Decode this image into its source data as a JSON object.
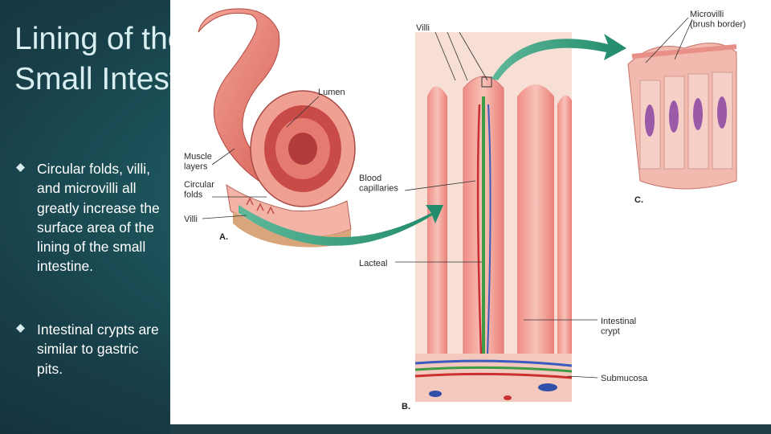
{
  "slide": {
    "title": "Lining of the Small Intestine",
    "bullets": [
      "Circular folds, villi, and microvilli all greatly increase the surface area of the lining of the small intestine.",
      "Intestinal  crypts are similar to gastric pits."
    ],
    "colors": {
      "bullet_marker": "#d6ecee",
      "title": "#d9eef0",
      "background": "#1f5d63"
    }
  },
  "figure": {
    "panel_labels": {
      "a": "A.",
      "b": "B.",
      "c": "C."
    },
    "labels": {
      "lumen": "Lumen",
      "muscle_layers": "Muscle\nlayers",
      "circular_folds": "Circular\nfolds",
      "villi_a": "Villi",
      "villi_b": "Villi",
      "blood_capillaries": "Blood\ncapillaries",
      "lacteal": "Lacteal",
      "intestinal_crypt": "Intestinal\ncrypt",
      "submucosa": "Submucosa",
      "microvilli": "Microvilli\n(brush border)"
    }
  }
}
